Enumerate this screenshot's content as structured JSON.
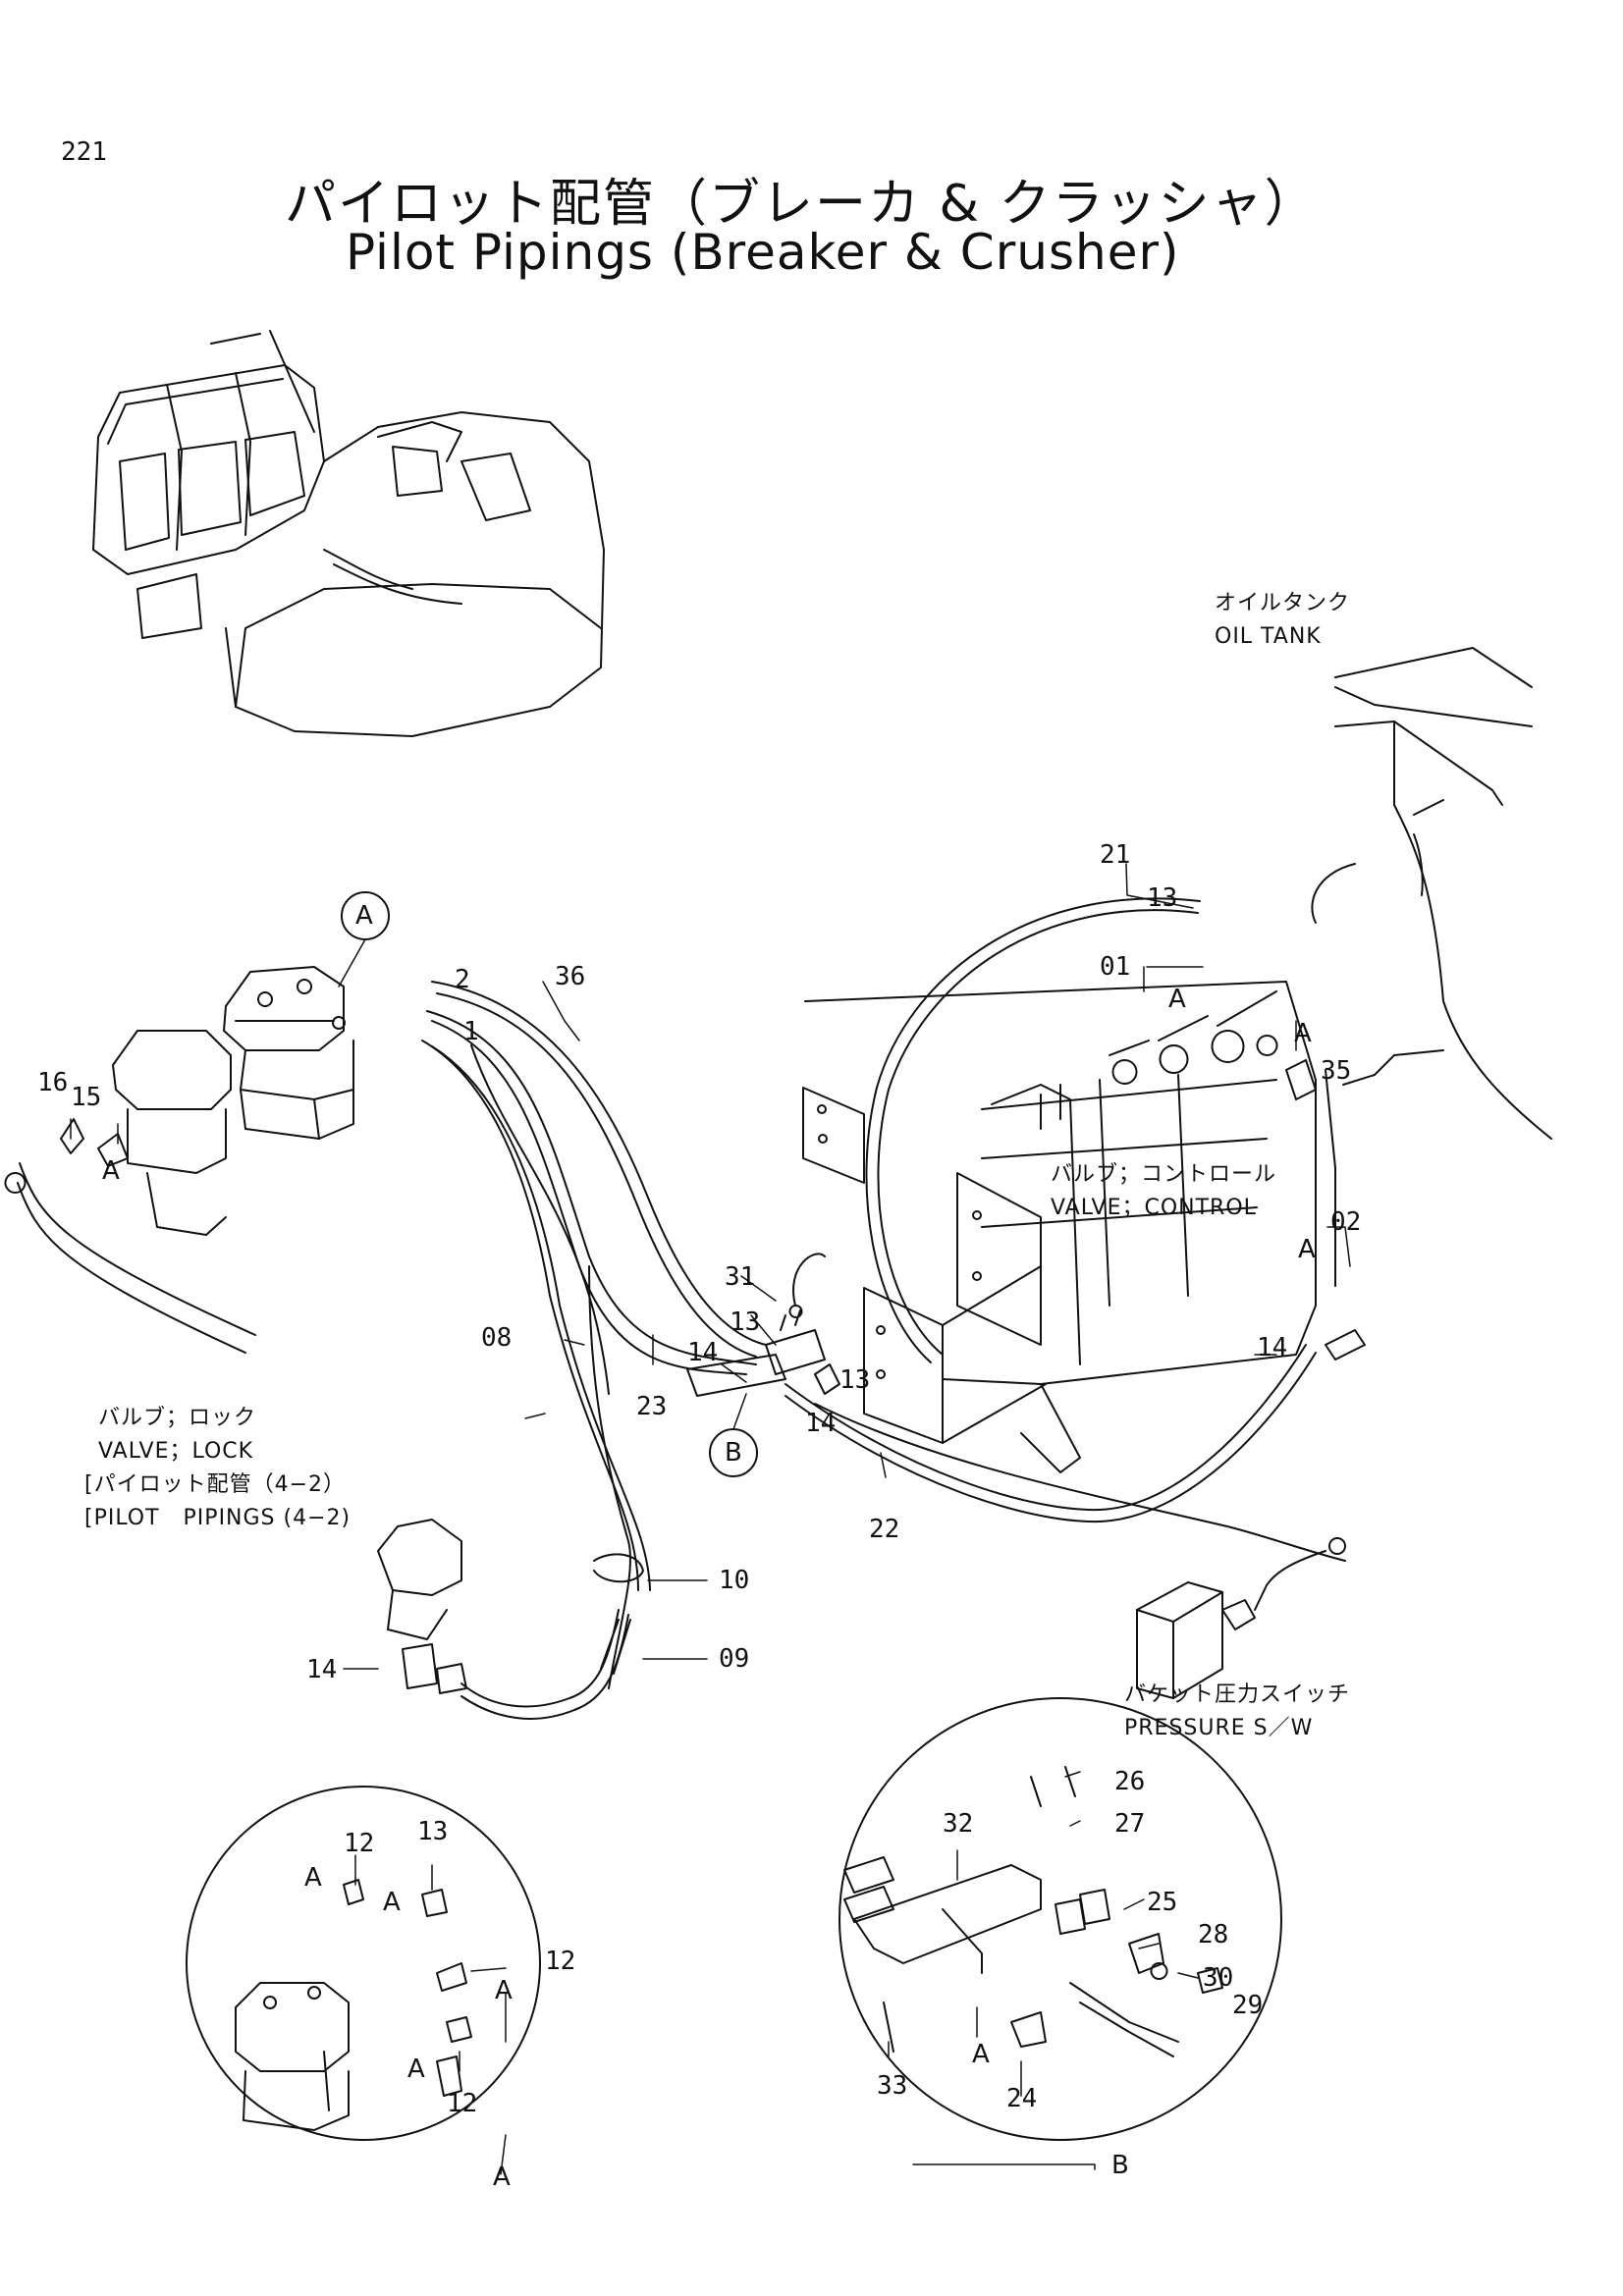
{
  "page_number": "221",
  "title_ja": "パイロット配管（ブレーカ & クラッシャ）",
  "title_en": "Pilot Pipings (Breaker & Crusher)",
  "labels": {
    "oil_tank_ja": "オイルタンク",
    "oil_tank_en": "OIL TANK",
    "control_valve_ja": "バルブ；コントロール",
    "control_valve_en": "VALVE；CONTROL",
    "lock_valve_ja": "バルブ；ロック",
    "lock_valve_en": "VALVE；LOCK",
    "ref_ja": "[パイロット配管（4−2）",
    "ref_en": "[PILOT   PIPINGS (4−2)",
    "pressure_switch_ja": "バケット圧力スイッチ",
    "pressure_switch_en": "PRESSURE S／W"
  },
  "detail_markers": {
    "a": "A",
    "b": "B"
  },
  "callouts": {
    "c01": "01",
    "c02": "02",
    "c08": "08",
    "c09": "09",
    "c10": "10",
    "c14_lock": "14",
    "c14_mani": "14",
    "c14_mani2": "14",
    "c14_right": "14",
    "c13_top": "13",
    "c13_mani": "13",
    "c13_mani2": "13",
    "c13_detail": "13",
    "c15": "15",
    "c16": "16",
    "c21": "21",
    "c22": "22",
    "c23": "23",
    "c31": "31",
    "c35": "35",
    "c36": "36",
    "c1": "1",
    "c2": "2",
    "c12_a": "12",
    "c12_b": "12",
    "c12_c": "12",
    "c24": "24",
    "c25": "25",
    "c26": "26",
    "c27": "27",
    "c28": "28",
    "c29": "29",
    "c30": "30",
    "c32": "32",
    "c33": "33",
    "ref_a": "A"
  }
}
